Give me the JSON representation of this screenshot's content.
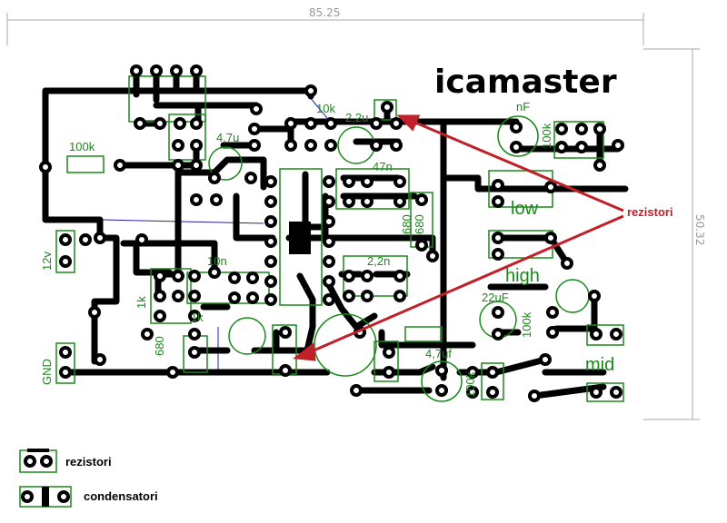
{
  "dimensions": {
    "width": "85.25",
    "height": "50.32"
  },
  "title": "icamaster",
  "silkscreen": {
    "r_100k": "100k",
    "c_4u7_top": "4,7u",
    "c_2u2_top": "2,2u",
    "c_47n": "47n",
    "r_680_a": "680",
    "r_680_b": "680",
    "c_10n": "10n",
    "r_1k_a": "1k",
    "r_1k_b": "1k",
    "r_680_c": "680",
    "c_2n2": "2,2n",
    "c_22uf": "22uF",
    "c_4u7_bot": "4,7uf",
    "c_nf_top": "nF",
    "pot_100k_a": "100k",
    "pot_100k_b": "100k",
    "pot_100k_c": "100k",
    "r_10k": "10k",
    "v12": "12v",
    "gnd": "GND",
    "low": "low",
    "high": "high",
    "mid": "mid"
  },
  "annotation": {
    "label": "rezistori",
    "color": "#c0202a"
  },
  "legend": [
    {
      "label": "rezistori"
    },
    {
      "label": "condensatori"
    }
  ]
}
